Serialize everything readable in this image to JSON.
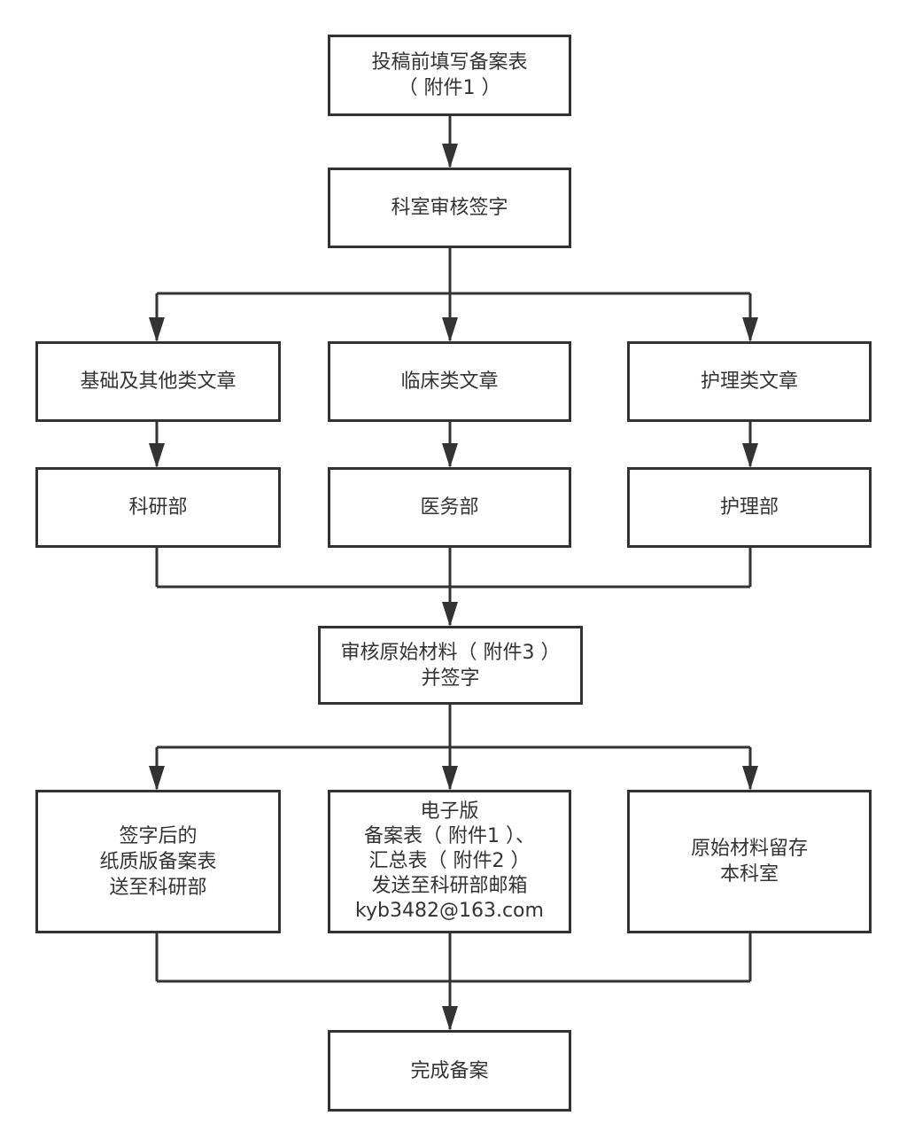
{
  "diagram": {
    "type": "flowchart",
    "line_color": "#333333",
    "nodes": {
      "submit_form": {
        "lines": [
          "投稿前填写备案表",
          "（ 附件1 ）"
        ]
      },
      "dept_review": {
        "lines": [
          "科室审核签字"
        ]
      },
      "basic_articles": {
        "lines": [
          "基础及其他类文章"
        ]
      },
      "clinical_articles": {
        "lines": [
          "临床类文章"
        ]
      },
      "nursing_articles": {
        "lines": [
          "护理类文章"
        ]
      },
      "research_dept": {
        "lines": [
          "科研部"
        ]
      },
      "medical_affairs": {
        "lines": [
          "医务部"
        ]
      },
      "nursing_dept": {
        "lines": [
          "护理部"
        ]
      },
      "review_materials": {
        "lines": [
          "审核原始材料（ 附件3 ）",
          "并签字"
        ]
      },
      "paper_form": {
        "lines": [
          "签字后的",
          "纸质版备案表",
          "送至科研部"
        ]
      },
      "electronic_form": {
        "lines": [
          "电子版",
          "备案表（ 附件1 ）、",
          "汇总表（ 附件2 ）",
          "发送至科研部邮箱",
          "kyb3482@163.com"
        ]
      },
      "keep_materials": {
        "lines": [
          "原始材料留存",
          "本科室"
        ]
      },
      "complete": {
        "lines": [
          "完成备案"
        ]
      }
    },
    "edges": [
      [
        "submit_form",
        "dept_review"
      ],
      [
        "dept_review",
        "basic_articles"
      ],
      [
        "dept_review",
        "clinical_articles"
      ],
      [
        "dept_review",
        "nursing_articles"
      ],
      [
        "basic_articles",
        "research_dept"
      ],
      [
        "clinical_articles",
        "medical_affairs"
      ],
      [
        "nursing_articles",
        "nursing_dept"
      ],
      [
        "research_dept",
        "review_materials"
      ],
      [
        "medical_affairs",
        "review_materials"
      ],
      [
        "nursing_dept",
        "review_materials"
      ],
      [
        "review_materials",
        "paper_form"
      ],
      [
        "review_materials",
        "electronic_form"
      ],
      [
        "review_materials",
        "keep_materials"
      ],
      [
        "paper_form",
        "complete"
      ],
      [
        "electronic_form",
        "complete"
      ],
      [
        "keep_materials",
        "complete"
      ]
    ]
  }
}
